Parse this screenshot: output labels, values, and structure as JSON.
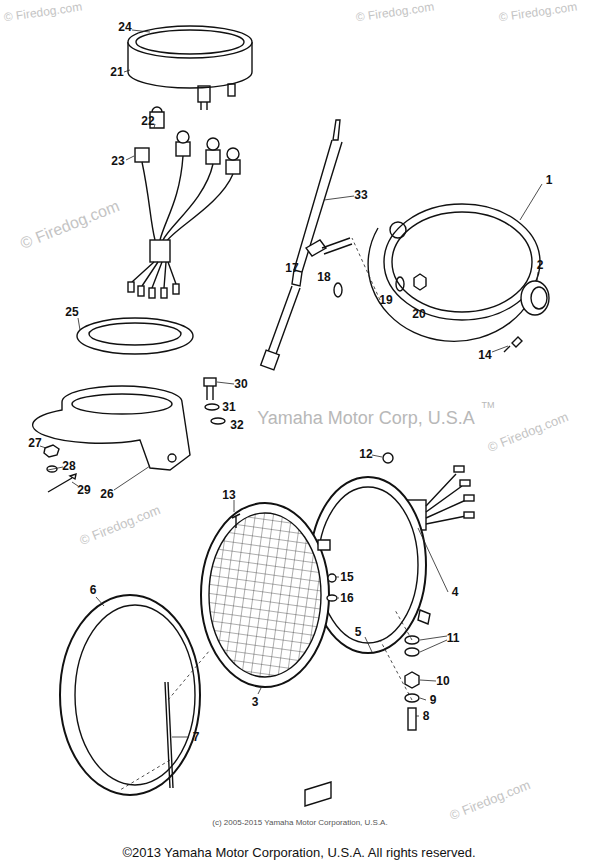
{
  "diagram": {
    "caption": "©2013 Yamaha Motor Corporation, U.S.A. All rights reserved.",
    "labels": [
      "© Firedog.com",
      "© Firedog.com",
      "© Firedog.com",
      "24",
      "21",
      "22",
      "23",
      "33",
      "1",
      "© Firedog.com",
      "25",
      "17",
      "18",
      "19",
      "20",
      "2",
      "14",
      "30",
      "31",
      "32",
      "Yamaha Motor Corp, U.S.A",
      "TM",
      "27",
      "28",
      "29",
      "26",
      "12",
      "13",
      "© Firedog.com",
      "© Firedog.com",
      "15",
      "16",
      "4",
      "5",
      "11",
      "6",
      "10",
      "9",
      "8",
      "3",
      "7",
      "© Firedog.com",
      "(c) 2005-2015 Yamaha Motor Corporation, U.S.A."
    ]
  }
}
